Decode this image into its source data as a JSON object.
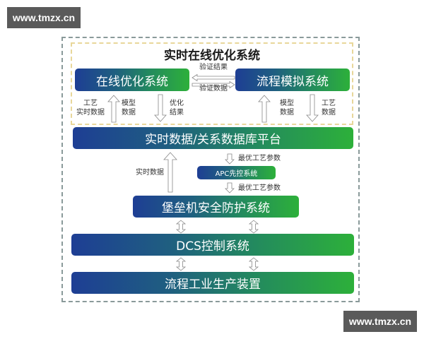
{
  "watermarks": {
    "top_left": "www.tmzx.cn",
    "bottom_right": "www.tmzx.cn"
  },
  "diagram": {
    "title": "实时在线优化系统",
    "boxes": {
      "online_opt": "在线优化系统",
      "process_sim": "流程模拟系统",
      "rtdb": "实时数据/关系数据库平台",
      "apc": "APC先控系统",
      "bastion": "堡垒机安全防护系统",
      "dcs": "DCS控制系统",
      "plant": "流程工业生产装置"
    },
    "labels": {
      "verify_result": "验证结果",
      "verify_data": "验证数据",
      "process_rt_data_l1": "工艺",
      "process_rt_data_l2": "实时数据",
      "model_data_left_l1": "模型",
      "model_data_left_l2": "数据",
      "opt_result_l1": "优化",
      "opt_result_l2": "结果",
      "model_data_right_l1": "模型",
      "model_data_right_l2": "数据",
      "process_data_l1": "工艺",
      "process_data_l2": "数据",
      "realtime_data": "实时数据",
      "optimal_params_1": "最优工艺参数",
      "optimal_params_2": "最优工艺参数"
    },
    "colors": {
      "gradient_start": "#1e3e94",
      "gradient_end": "#2db03a",
      "outer_border": "#8a9a9a",
      "inner_border": "#e8d79a"
    }
  }
}
